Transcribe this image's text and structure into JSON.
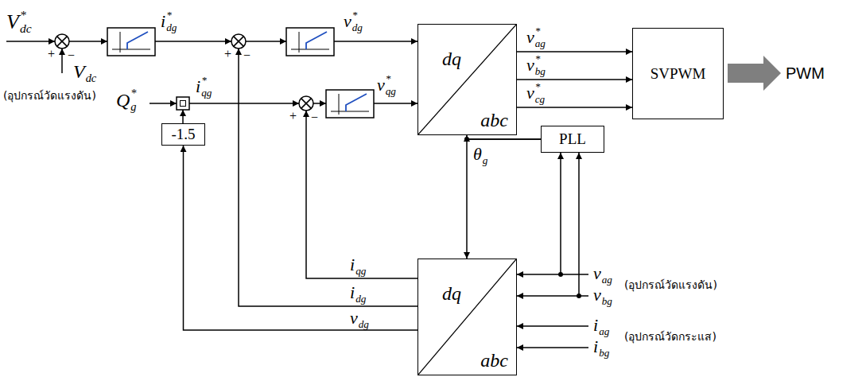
{
  "diagram": {
    "nodes": [
      {
        "text": [
          "dq",
          "abc"
        ]
      },
      {
        "text": [
          "SVPWM"
        ]
      },
      {
        "text": [
          "-1.5"
        ]
      },
      {
        "text": [
          "PLL"
        ]
      },
      {
        "text": [
          "dq",
          "abc"
        ]
      }
    ],
    "edges": [
      {
        "from": 0,
        "to": 1,
        "arrow": "to",
        "label": "vag*"
      },
      {
        "from": 0,
        "to": 1,
        "arrow": "to",
        "label": "vbg*"
      },
      {
        "from": 0,
        "to": 1,
        "arrow": "to",
        "label": "vcg*"
      },
      {
        "from": 3,
        "to": 0,
        "arrow": "to",
        "label": "θg"
      },
      {
        "from": 3,
        "to": 4,
        "arrow": "to"
      },
      {
        "from": 4,
        "to": 2,
        "arrow": "to",
        "label": "vdg"
      }
    ],
    "labels": [
      "Vdc*",
      "+",
      "−",
      "Vdc",
      "(อุปกรณ์วัดแรงดัน)",
      "idg*",
      "+",
      "−",
      "vdg*",
      "Qg*",
      "iqg*",
      "+",
      "−",
      "vqg*",
      "PWM",
      "iqg",
      "idg",
      "vag",
      "vbg",
      "(อุปกรณ์วัดแรงดัน)",
      "iag",
      "ibg",
      "(อุปกรณ์วัดกระแส)"
    ]
  }
}
